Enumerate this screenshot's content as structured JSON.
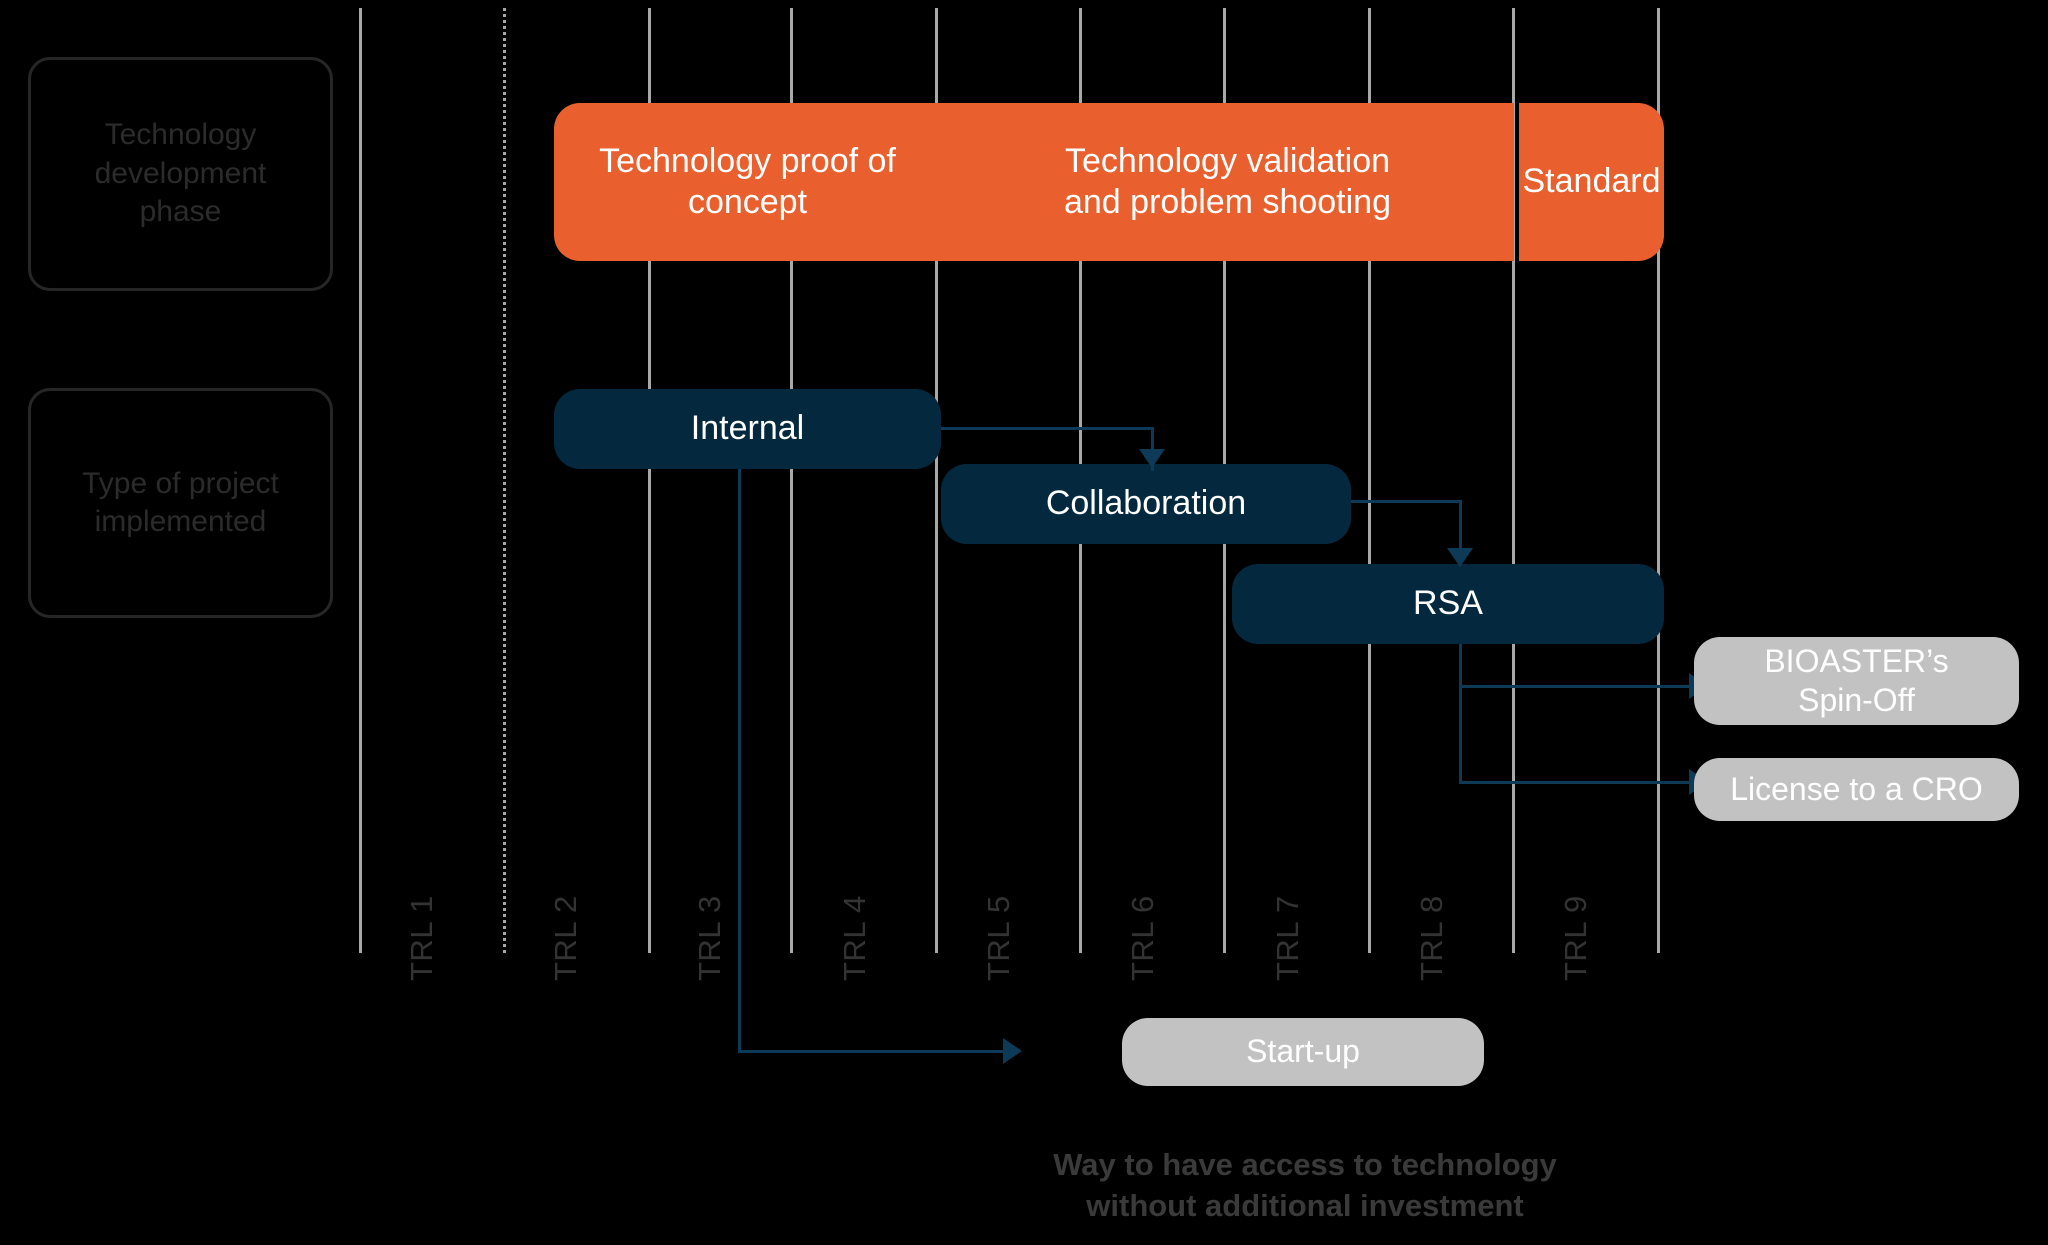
{
  "row_labels": [
    {
      "name": "technology-development-phase",
      "text": "Technology\ndevelopment\nphase"
    },
    {
      "name": "type-of-project-implemented",
      "text": "Type of project\nimplemented"
    }
  ],
  "axis": {
    "ticks": [
      "TRL 1",
      "TRL 2",
      "TRL 3",
      "TRL 4",
      "TRL 5",
      "TRL 6",
      "TRL 7",
      "TRL 8",
      "TRL 9"
    ]
  },
  "phases": [
    {
      "name": "phase-technology-proof-of-concept",
      "label": "Technology proof of\nconcept"
    },
    {
      "name": "phase-technology-validation",
      "label": "Technology validation\nand problem shooting"
    },
    {
      "name": "phase-standard",
      "label": "Standard"
    }
  ],
  "projects": [
    {
      "name": "project-internal",
      "label": "Internal"
    },
    {
      "name": "project-collaboration",
      "label": "Collaboration"
    },
    {
      "name": "project-rsa",
      "label": "RSA"
    }
  ],
  "outcomes": [
    {
      "name": "outcome-bioaster-spin-off",
      "label": "BIOASTER’s\nSpin-Off"
    },
    {
      "name": "outcome-license-to-a-cro",
      "label": "License to a CRO"
    },
    {
      "name": "outcome-start-up",
      "label": "Start-up"
    }
  ],
  "caption": "Way to have access to technology\nwithout additional investment",
  "colors": {
    "background": "#000000",
    "phase": "#e9602e",
    "project": "#04293f",
    "outcome": "#c2c2c2",
    "connector": "#0d3a57",
    "gridline": "#a8a8a8",
    "label_text": "#2b2b2b"
  }
}
